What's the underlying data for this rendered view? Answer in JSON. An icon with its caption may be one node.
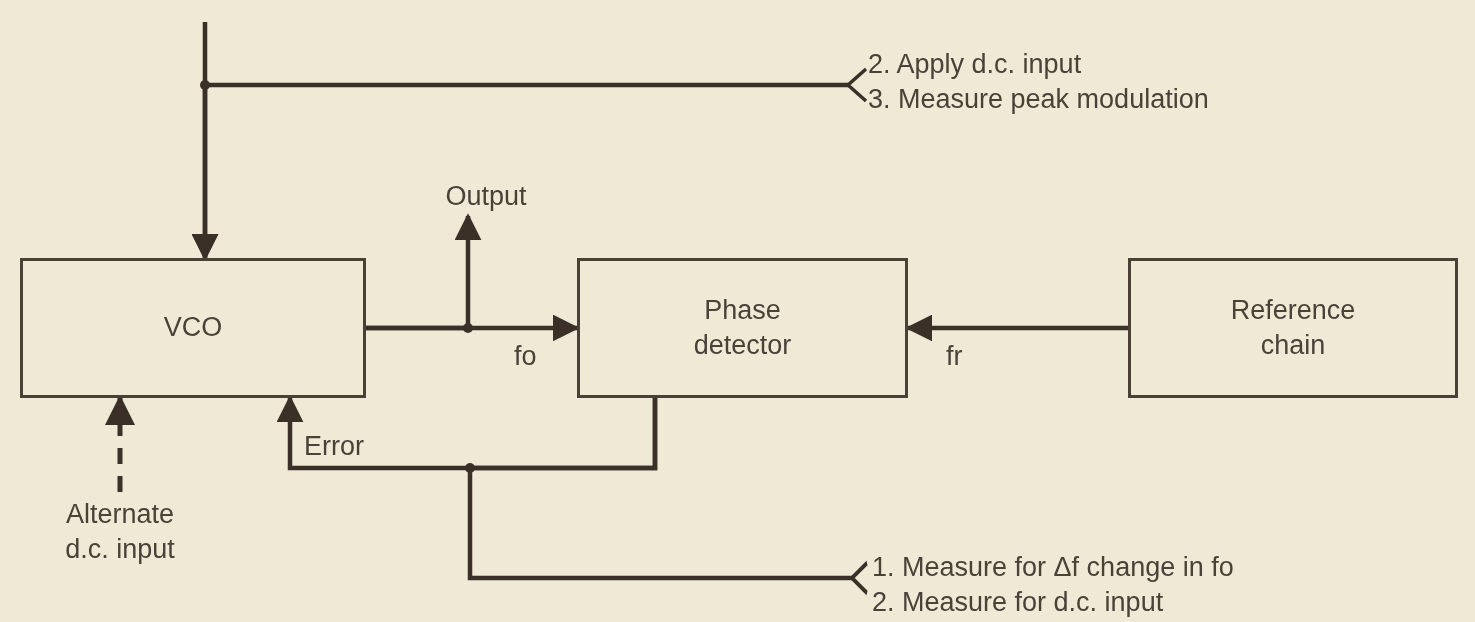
{
  "diagram": {
    "nodes": [
      {
        "text": [
          "VCO"
        ]
      },
      {
        "text": [
          "Phase detector"
        ]
      },
      {
        "text": [
          "Reference chain"
        ]
      },
      {
        "text": [
          "Output"
        ]
      },
      {
        "text": [
          "Alternate d.c. input"
        ]
      },
      {
        "text": [
          "2. Apply d.c. input",
          "3. Measure peak modulation"
        ]
      },
      {
        "text": [
          "1. Measure for Δf change in fo",
          "2. Measure for d.c. input"
        ]
      }
    ],
    "edges": [
      {
        "from": null,
        "to": 0,
        "arrow": "to"
      },
      {
        "from": 5,
        "to": 0,
        "arrow": "to"
      },
      {
        "from": 0,
        "to": 1,
        "arrow": "to",
        "label": "fo"
      },
      {
        "from": 0,
        "to": 3,
        "arrow": "to"
      },
      {
        "from": 2,
        "to": 1,
        "arrow": "to",
        "label": "fr"
      },
      {
        "from": 1,
        "to": 0,
        "arrow": "to",
        "label": "Error"
      },
      {
        "from": 1,
        "to": 6,
        "arrow": "other"
      },
      {
        "from": 4,
        "to": 0,
        "arrow": "to",
        "style": "dashed"
      }
    ]
  }
}
